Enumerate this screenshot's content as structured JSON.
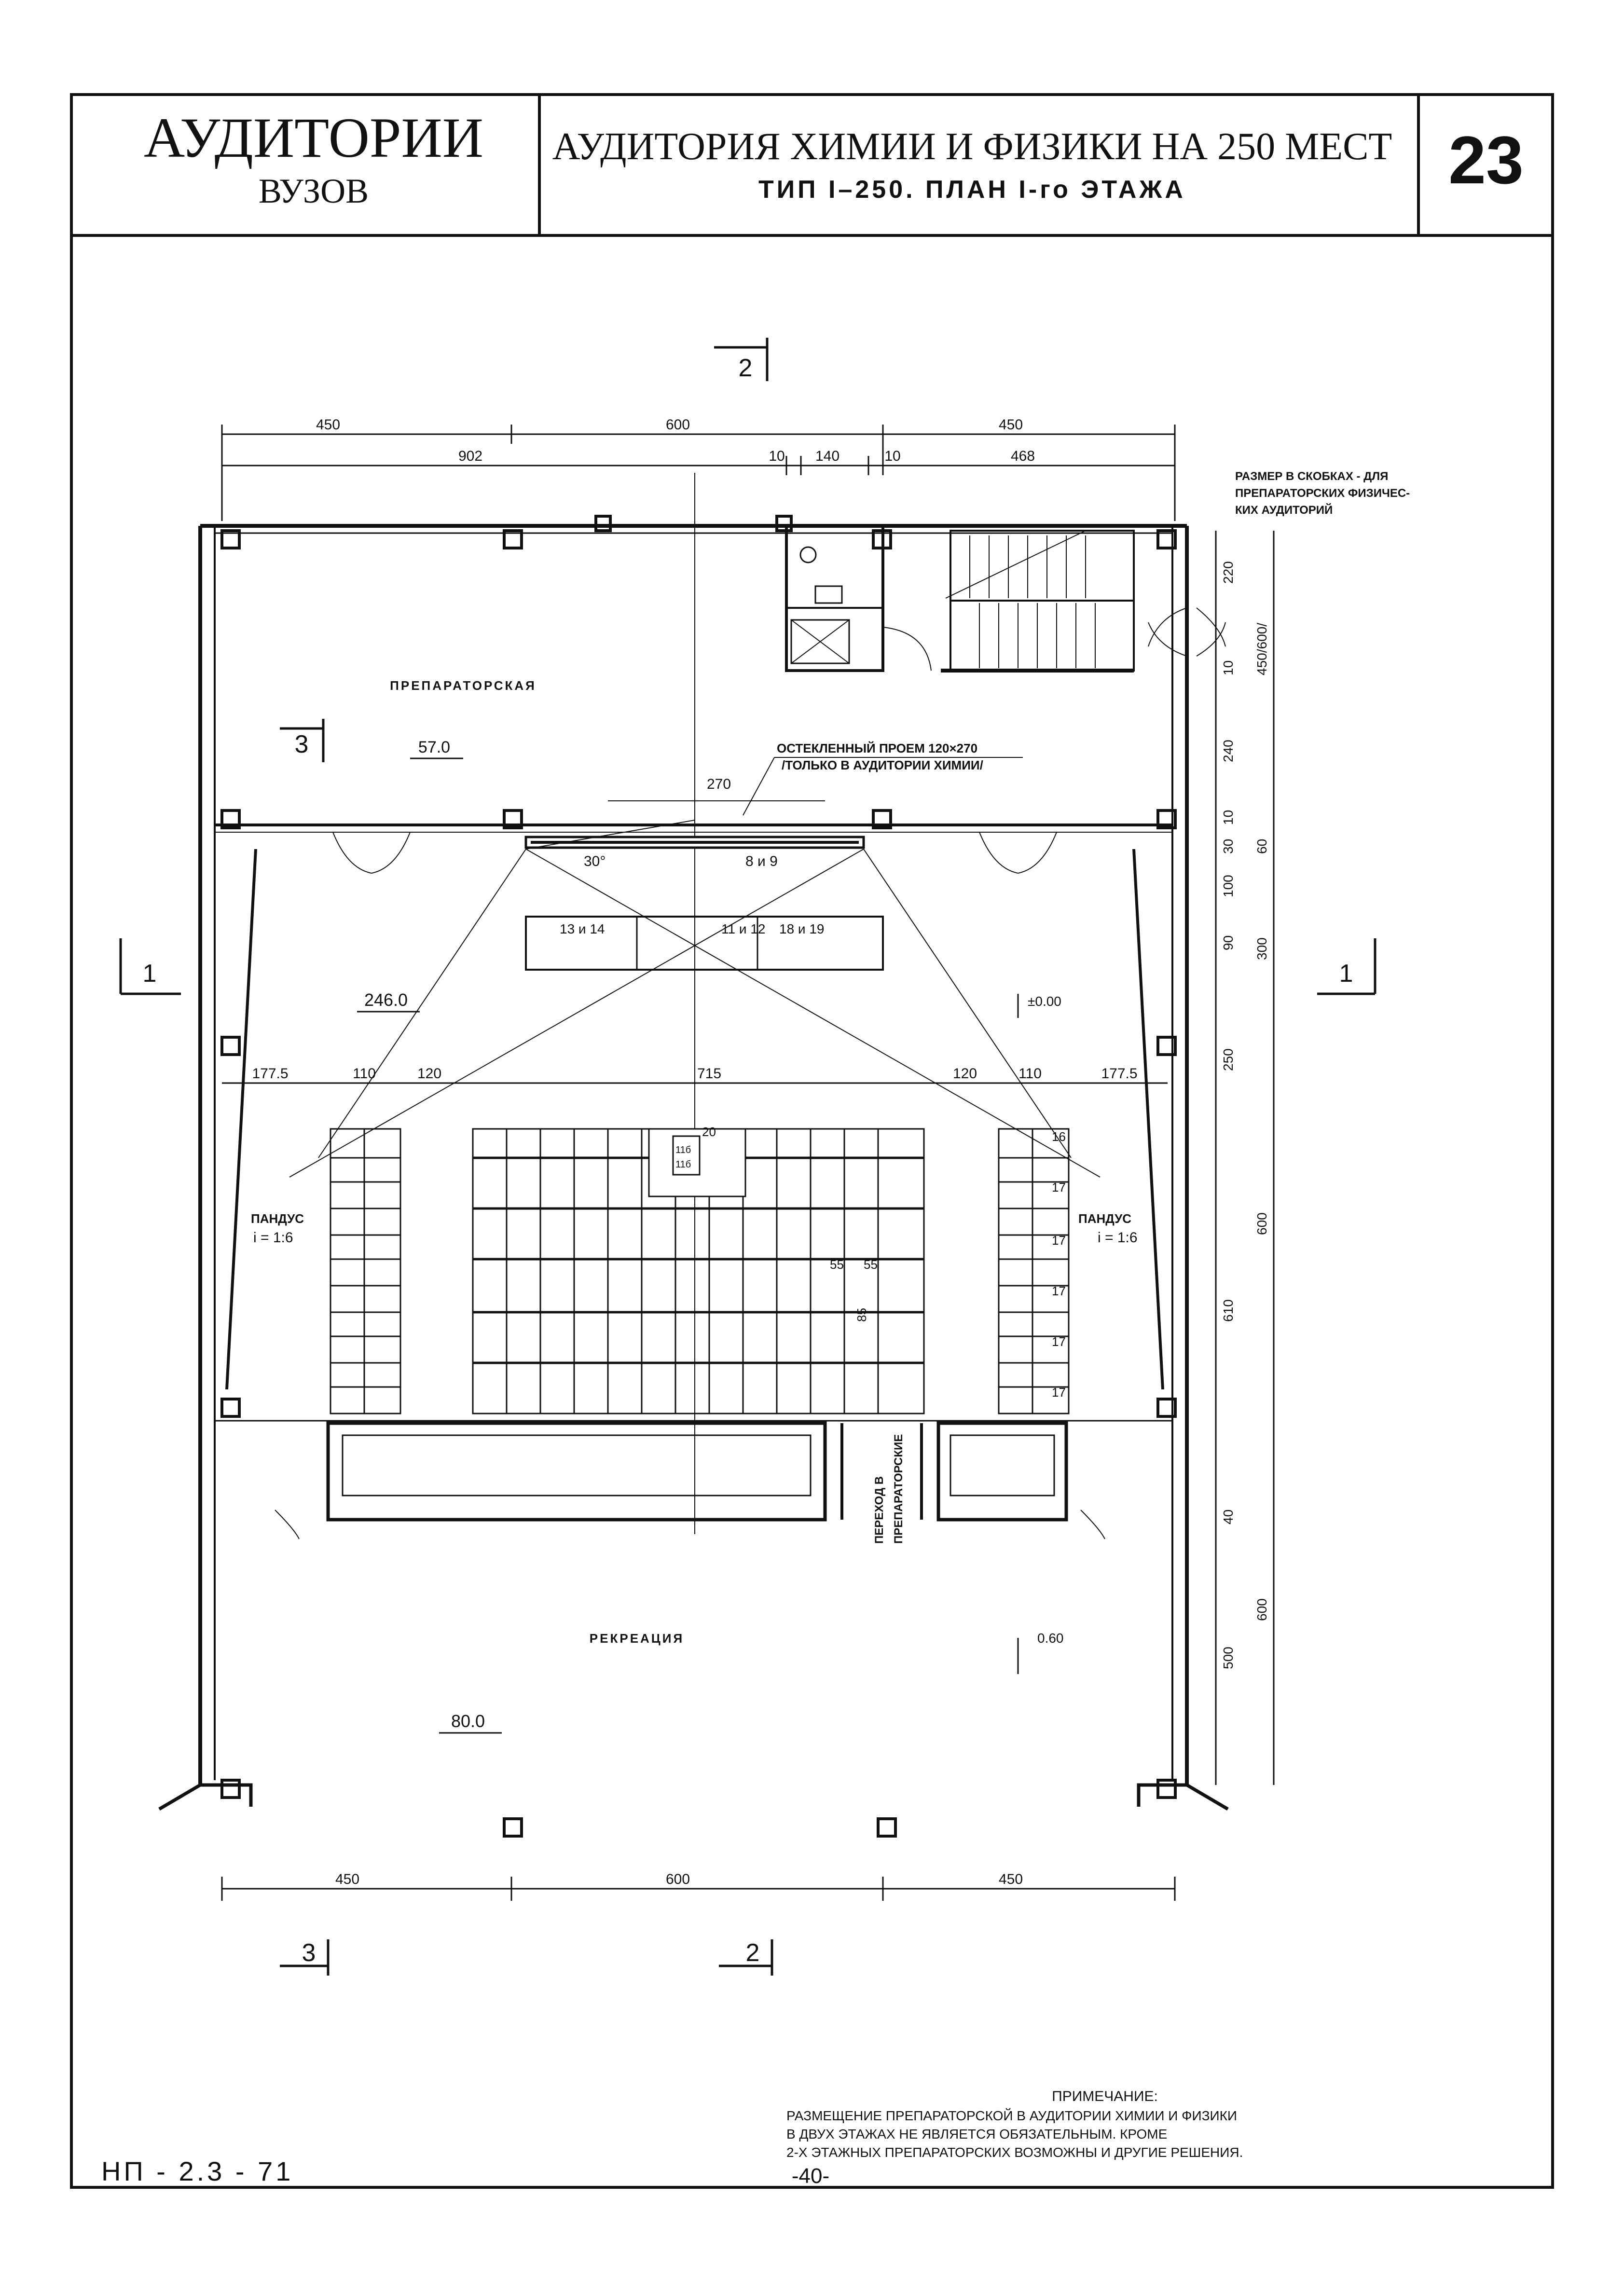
{
  "header": {
    "left_title": "АУДИТОРИИ",
    "left_subtitle": "ВУЗОВ",
    "main_title": "АУДИТОРИЯ ХИМИИ И ФИЗИКИ НА 250 МЕСТ",
    "main_subtitle": "ТИП I–250. ПЛАН I-го ЭТАЖА",
    "sheet_number": "23"
  },
  "dimensions_top": {
    "row1": [
      "450",
      "600",
      "450"
    ],
    "row2": [
      "902",
      "10",
      "140",
      "10",
      "468"
    ]
  },
  "dimensions_bottom": [
    "450",
    "600",
    "450"
  ],
  "dimensions_middle": [
    "177.5",
    "110",
    "120",
    "715",
    "120",
    "110",
    "177.5"
  ],
  "dimensions_right_inner": [
    "220",
    "10",
    "240",
    "30",
    "10",
    "100",
    "90",
    "250",
    "610",
    "40",
    "500"
  ],
  "dimensions_right_outer": [
    "450/600/",
    "60",
    "300",
    "600",
    "600"
  ],
  "right_note": [
    "РАЗМЕР В СКОБКАХ - ДЛЯ",
    "ПРЕПАРАТОРСКИХ ФИЗИЧЕС-",
    "КИХ АУДИТОРИЙ"
  ],
  "rooms": {
    "prep_label": "ПРЕПАРАТОРСКАЯ",
    "prep_area": "57.0",
    "hall_area": "246.0",
    "recreation_label": "РЕКРЕАЦИЯ",
    "recreation_area": "80.0",
    "ramp_label": "ПАНДУС",
    "ramp_slope": "i = 1:6"
  },
  "annotations": {
    "glazed_opening_1": "ОСТЕКЛЕННЫЙ ПРОЕМ 120×270",
    "glazed_opening_2": "/ТОЛЬКО В АУДИТОРИИ ХИМИИ/",
    "opening_width": "270",
    "angle": "30°",
    "board_label": "8 и 9",
    "bench_labels": [
      "13 и 14",
      "11 и 12",
      "18 и 19"
    ],
    "level_zero": "±0.00",
    "level_recreation": "0.60",
    "seat_dims": [
      "55",
      "55",
      "85"
    ],
    "row_numbers": [
      "16",
      "17",
      "17",
      "17",
      "17",
      "17"
    ],
    "lectern_number": "20",
    "lectern_codes": [
      "11б",
      "11б"
    ],
    "passage_label_1": "ПЕРЕХОД В",
    "passage_label_2": "ПРЕПАРАТОРСКИЕ"
  },
  "section_marks": {
    "mark_1": "1",
    "mark_2": "2",
    "mark_3": "3"
  },
  "note": {
    "title": "ПРИМЕЧАНИЕ:",
    "lines": [
      "РАЗМЕЩЕНИЕ ПРЕПАРАТОРСКОЙ В АУДИТОРИИ ХИМИИ И ФИЗИКИ",
      "В ДВУХ ЭТАЖАХ НЕ ЯВЛЯЕТСЯ ОБЯЗАТЕЛЬНЫМ. КРОМЕ",
      "2-Х ЭТАЖНЫХ ПРЕПАРАТОРСКИХ ВОЗМОЖНЫ И ДРУГИЕ РЕШЕНИЯ."
    ]
  },
  "footer": {
    "code": "НП - 2.3 - 71",
    "page": "-40-"
  }
}
